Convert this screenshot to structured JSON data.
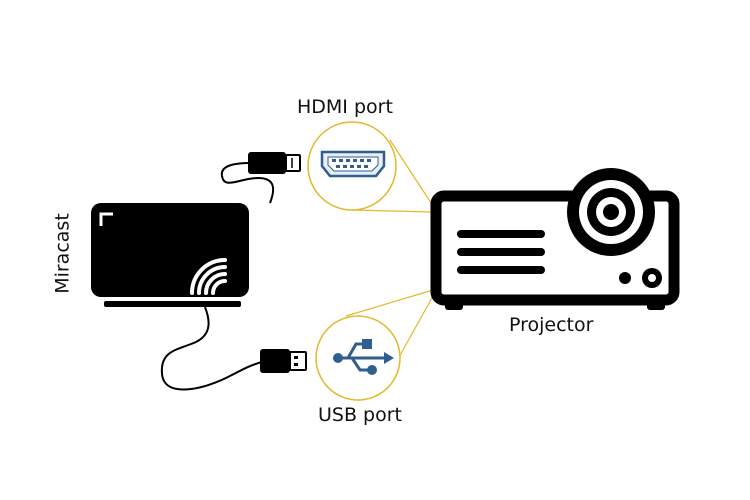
{
  "labels": {
    "hdmi_port": "HDMI port",
    "usb_port": "USB port",
    "projector": "Projector",
    "miracast": "Miracast"
  },
  "colors": {
    "device": "#000000",
    "callout": "#e3b92b",
    "usb_icon": "#2f5f8f",
    "hdmi_icon": "#2f5f8f",
    "text": "#111111"
  }
}
